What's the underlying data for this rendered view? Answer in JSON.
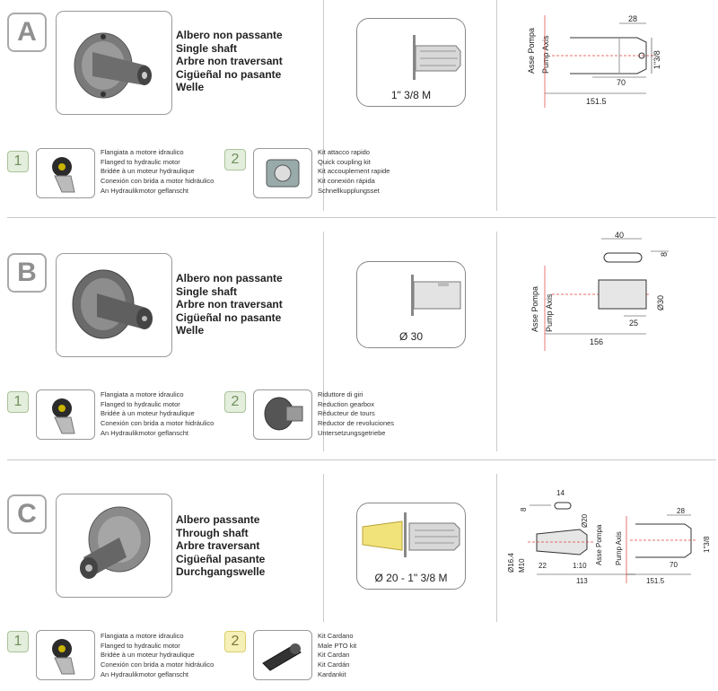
{
  "sections": [
    {
      "letter": "A",
      "description": [
        "Albero non passante",
        "Single shaft",
        "Arbre non traversant",
        "Cigüeñal no pasante",
        "Welle"
      ],
      "shape_label": "1\" 3/8 M",
      "kits": [
        {
          "number": "1",
          "lines": [
            "Flangiata a motore idraulico",
            "Flanged to hydraulic motor",
            "Bridée à un moteur hydraulique",
            "Conexión con brida a motor hidráulico",
            "An Hydraulikmotor geflanscht"
          ]
        },
        {
          "number": "2",
          "lines": [
            "Kit attacco rapido",
            "Quick coupling kit",
            "Kit accouplement rapide",
            "Kit conexión rápida",
            "Schnellkupplungsset"
          ]
        }
      ],
      "drawing": {
        "axis_labels": [
          "Asse Pompa",
          "Pump Axis"
        ],
        "dims": [
          "28",
          "1\"3/8",
          "70",
          "151.5"
        ]
      }
    },
    {
      "letter": "B",
      "description": [
        "Albero non passante",
        "Single shaft",
        "Arbre non traversant",
        "Cigüeñal no pasante",
        "Welle"
      ],
      "shape_label": "Ø 30",
      "kits": [
        {
          "number": "1",
          "lines": [
            "Flangiata a motore idraulico",
            "Flanged to hydraulic motor",
            "Bridée à un moteur hydraulique",
            "Conexión con brida a motor hidráulico",
            "An Hydraulikmotor geflanscht"
          ]
        },
        {
          "number": "2",
          "lines": [
            "Riduttore di giri",
            "Reduction gearbox",
            "Réducteur de tours",
            "Reductor de revoluciones",
            "Untersetzungsgetriebe"
          ]
        }
      ],
      "drawing": {
        "axis_labels": [
          "Asse Pompa",
          "Pump Axis"
        ],
        "dims": [
          "40",
          "8",
          "Ø30",
          "25",
          "156"
        ]
      }
    },
    {
      "letter": "C",
      "description": [
        "Albero passante",
        "Through shaft",
        "Arbre traversant",
        "Cigüeñal pasante",
        "Durchgangswelle"
      ],
      "shape_label": "Ø 20 - 1\" 3/8 M",
      "kits": [
        {
          "number": "1",
          "lines": [
            "Flangiata a motore idraulico",
            "Flanged to hydraulic motor",
            "Bridée à un moteur hydraulique",
            "Conexión con brida a motor hidráulico",
            "An Hydraulikmotor geflanscht"
          ]
        },
        {
          "number": "2",
          "lines": [
            "Kit Cardano",
            "Male PTO kit",
            "Kit Cardan",
            "Kit Cardán",
            "Kardankit"
          ]
        }
      ],
      "drawing": {
        "axis_labels": [
          "Asse Pompa",
          "Pump Axis"
        ],
        "dims": [
          "8",
          "14",
          "Ø20",
          "Ø16.4",
          "M10",
          "22",
          "1:10",
          "113",
          "28",
          "1\"3/8",
          "70",
          "151.5"
        ]
      }
    }
  ],
  "colors": {
    "accent_red": "#e0403a",
    "kit_green": "#e4eedc",
    "kit_yellow": "#f6f0b8"
  }
}
